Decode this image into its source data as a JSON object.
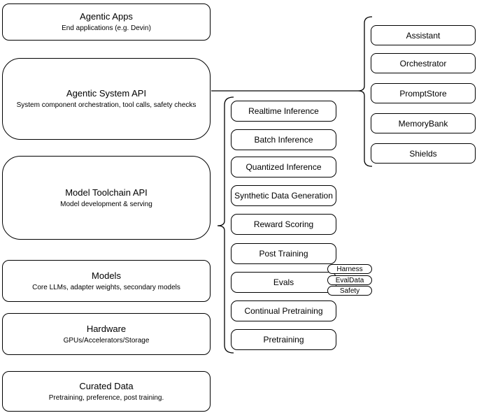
{
  "diagram": {
    "left_stack": [
      {
        "title": "Agentic Apps",
        "subtitle": "End applications (e.g. Devin)"
      },
      {
        "title": "Agentic System API",
        "subtitle": "System component orchestration, tool calls, safety checks"
      },
      {
        "title": "Model Toolchain API",
        "subtitle": "Model development & serving"
      },
      {
        "title": "Models",
        "subtitle": "Core LLMs, adapter weights, secondary models"
      },
      {
        "title": "Hardware",
        "subtitle": "GPUs/Accelerators/Storage"
      },
      {
        "title": "Curated Data",
        "subtitle": "Pretraining, preference, post training."
      }
    ],
    "toolchain_services": [
      "Realtime Inference",
      "Batch Inference",
      "Quantized Inference",
      "Synthetic Data Generation",
      "Reward Scoring",
      "Post Training",
      "Evals",
      "Continual Pretraining",
      "Pretraining"
    ],
    "eval_components": [
      "Harness",
      "EvalData",
      "Safety"
    ],
    "system_components": [
      "Assistant",
      "Orchestrator",
      "PromptStore",
      "MemoryBank",
      "Shields"
    ],
    "colors": {
      "stroke": "#000000",
      "fill": "#ffffff",
      "text": "#000000"
    }
  }
}
